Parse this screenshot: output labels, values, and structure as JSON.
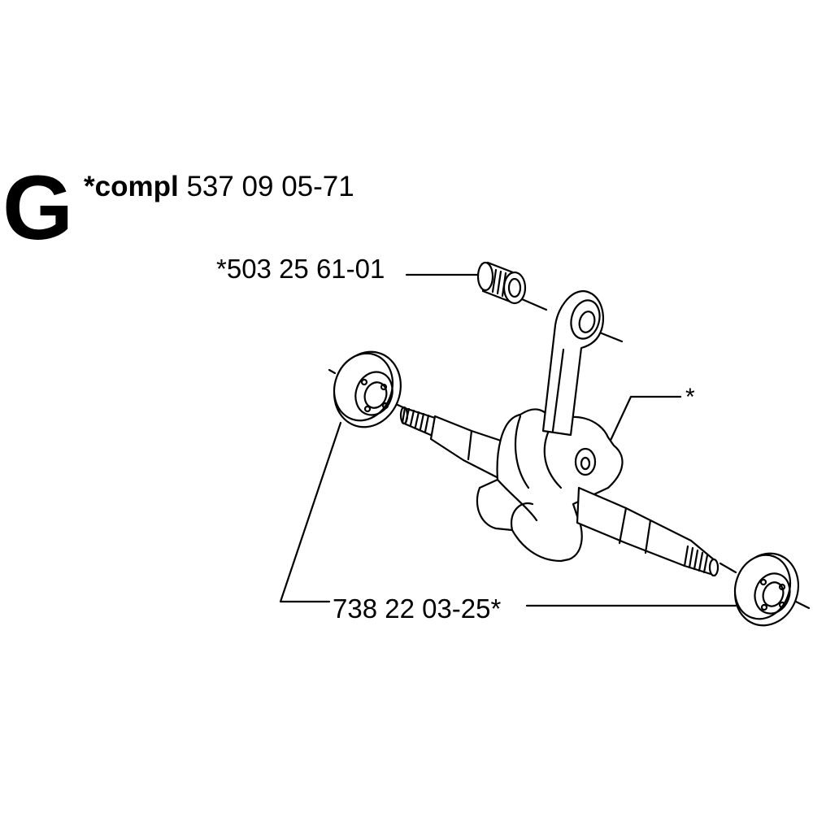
{
  "section": {
    "letter": "G",
    "kit_prefix": "*compl",
    "kit_number": "537 09 05-71"
  },
  "callouts": {
    "needle_bearing": "*503 25 61-01",
    "ball_bearing": "738 22 03-25*",
    "crankshaft": "*"
  },
  "colors": {
    "line": "#000000",
    "background": "#ffffff"
  }
}
